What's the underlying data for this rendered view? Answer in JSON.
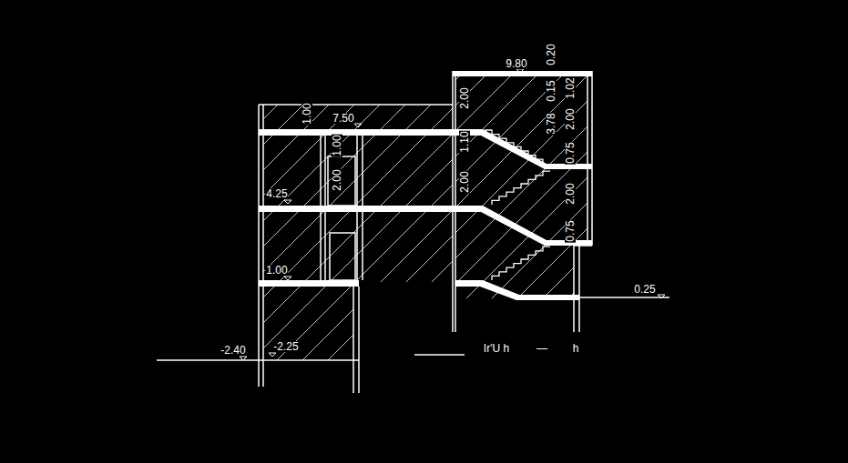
{
  "diagram": {
    "labels": [
      "9.80",
      "0.20",
      "0.15",
      "3.78",
      "1.02",
      "2.00",
      "0.75",
      "2.00",
      "0.75",
      "2.00",
      "1.10",
      "2.00",
      "1.00",
      "2.00",
      "1.00",
      "7.50",
      "4.25",
      "1.00",
      "0.25",
      "-2.40",
      "-2.25",
      "Ir'U h",
      "—",
      "h"
    ]
  }
}
